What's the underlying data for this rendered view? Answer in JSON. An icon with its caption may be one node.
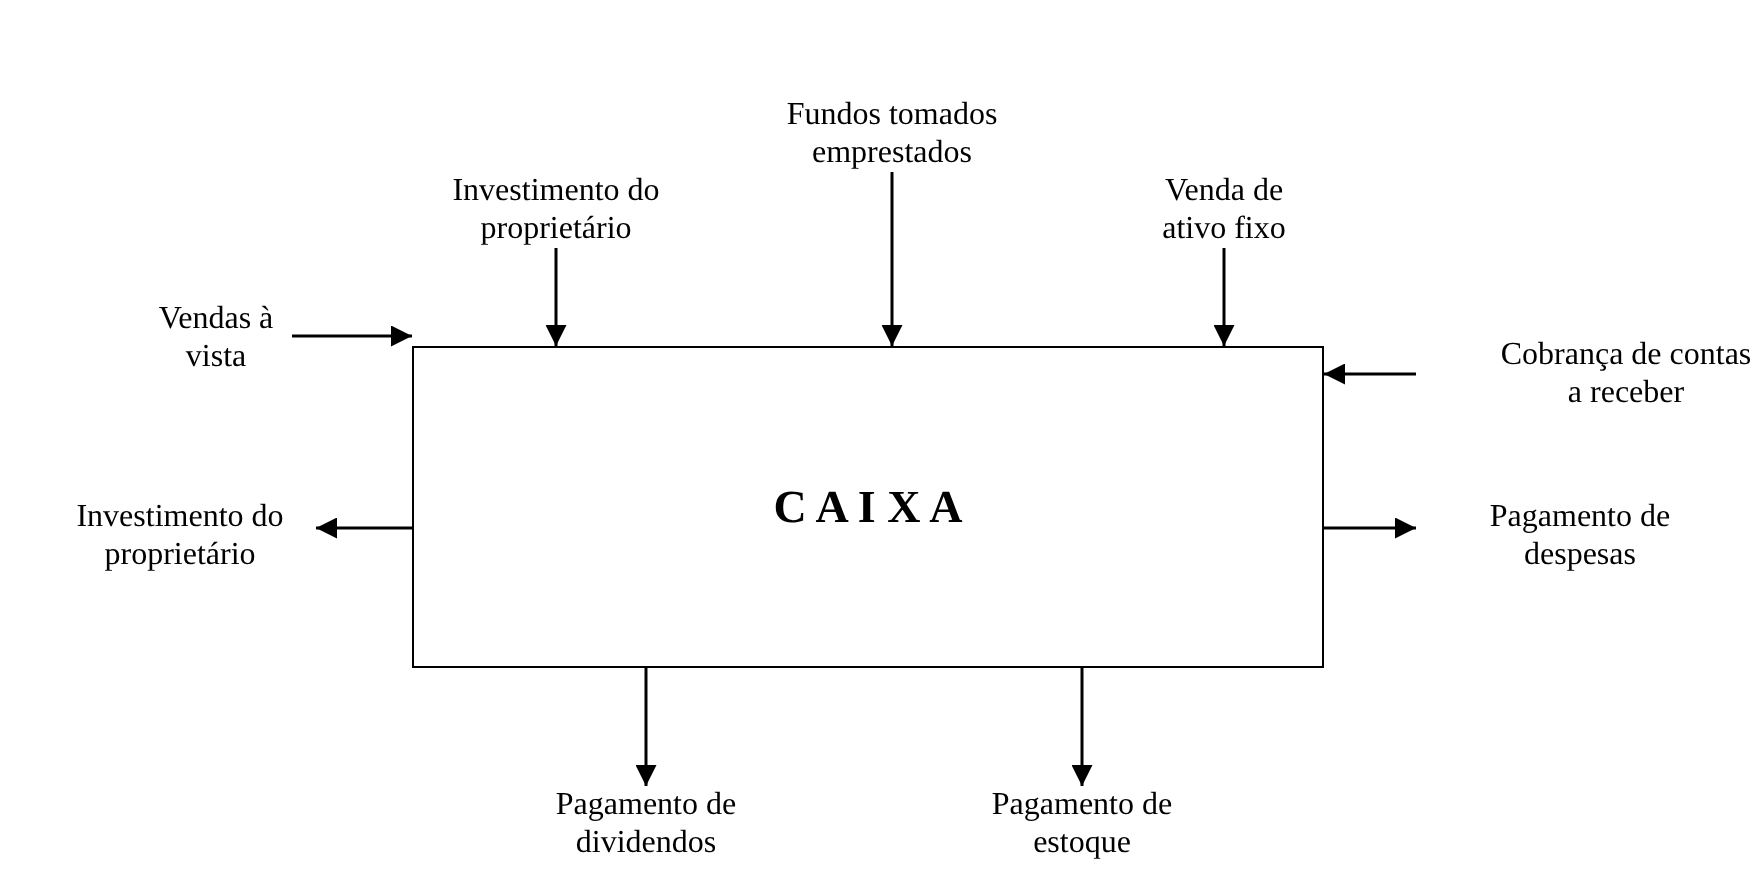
{
  "diagram": {
    "nodes": [
      {
        "text": [
          "C A I X A"
        ]
      },
      {
        "text": [
          "Investimento do proprietário"
        ]
      },
      {
        "text": [
          "Fundos tomados emprestados"
        ]
      },
      {
        "text": [
          "Venda de ativo fixo"
        ]
      },
      {
        "text": [
          "Vendas à vista"
        ]
      },
      {
        "text": [
          "Cobrança de contas a receber"
        ]
      },
      {
        "text": [
          "Investimento do proprietário"
        ]
      },
      {
        "text": [
          "Pagamento de despesas"
        ]
      },
      {
        "text": [
          "Pagamento de dividendos"
        ]
      },
      {
        "text": [
          "Pagamento de estoque"
        ]
      }
    ],
    "edges": [
      {
        "from": 1,
        "to": 0,
        "arrow": "to"
      },
      {
        "from": 2,
        "to": 0,
        "arrow": "to"
      },
      {
        "from": 3,
        "to": 0,
        "arrow": "to"
      },
      {
        "from": 4,
        "to": 0,
        "arrow": "to"
      },
      {
        "from": 5,
        "to": 0,
        "arrow": "to"
      },
      {
        "from": 0,
        "to": 6,
        "arrow": "to"
      },
      {
        "from": 0,
        "to": 7,
        "arrow": "to"
      },
      {
        "from": 0,
        "to": 8,
        "arrow": "to"
      },
      {
        "from": 0,
        "to": 9,
        "arrow": "to"
      }
    ]
  }
}
